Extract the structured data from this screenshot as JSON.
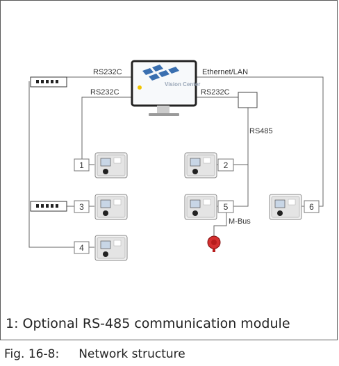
{
  "labels": {
    "rs232c_top": "RS232C",
    "rs232c_mid": "RS232C",
    "rs232c_right": "RS232C",
    "ethernet": "Ethernet/LAN",
    "rs485": "RS485",
    "mbus": "M-Bus"
  },
  "monitor": {
    "logo_text": "Vision Center"
  },
  "nodes": [
    "1",
    "2",
    "3",
    "4",
    "5",
    "6"
  ],
  "footnote": "1: Optional RS-485 communication module",
  "caption": {
    "figure": "Fig. 16-8:",
    "title": "Network structure"
  }
}
